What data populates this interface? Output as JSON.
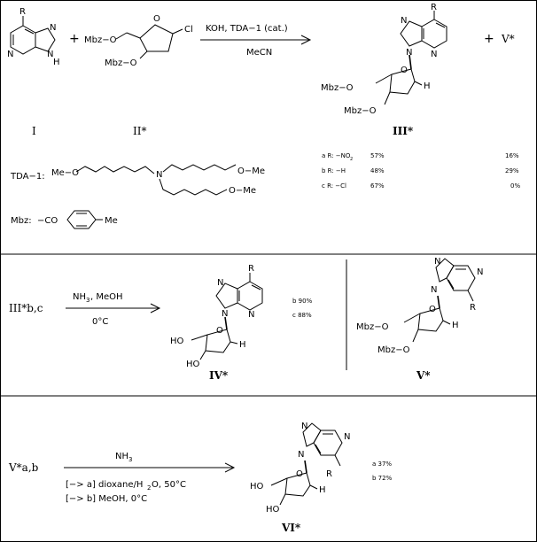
{
  "scheme": {
    "step1": {
      "reagents_top": "KOH,   TDA−1 (cat.)",
      "solvent": "MeCN",
      "plus1": "+",
      "plus2": "+",
      "product_label": "V*"
    },
    "compounds": {
      "I": {
        "label": "I",
        "R": "R",
        "NH": "N",
        "H": "H"
      },
      "II": {
        "label": "II*",
        "mbz1": "Mbz−O",
        "mbz2": "Mbz−O",
        "cl": "Cl"
      },
      "III": {
        "label": "III*",
        "R": "R",
        "mbz1": "Mbz−O",
        "mbz2": "Mbz−O",
        "H": "H"
      },
      "IV": {
        "label": "IV*",
        "R": "R",
        "ho1": "HO",
        "ho2": "HO",
        "H": "H"
      },
      "V": {
        "label": "V*",
        "R": "R",
        "mbz1": "Mbz−O",
        "mbz2": "Mbz−O",
        "H": "H"
      },
      "VI": {
        "label": "VI*",
        "R": "R",
        "ho1": "HO",
        "ho2": "HO",
        "H": "H"
      }
    },
    "yields_III": [
      {
        "tag": "a R: −NO",
        "sub": "2",
        "y1": "57%",
        "y2": "16%"
      },
      {
        "tag": "b R: −H",
        "sub": "",
        "y1": "48%",
        "y2": "29%"
      },
      {
        "tag": "c R: −Cl",
        "sub": "",
        "y1": "67%",
        "y2": "0%"
      }
    ],
    "tda": {
      "label": "TDA−1:",
      "meo": "Me−O",
      "me1": "O−Me",
      "me2": "O−Me",
      "n": "N"
    },
    "mbz": {
      "label": "Mbz:",
      "co": "−CO",
      "me": "Me"
    },
    "step2": {
      "start": "III*b,c",
      "reagents": "NH",
      "reagents_sub": "3",
      "reagents_rest": ",    MeOH",
      "temp": "0°C",
      "yields": [
        "b 90%",
        "c 88%"
      ]
    },
    "step3": {
      "start": "V*a,b",
      "reagent": "NH",
      "reagent_sub": "3",
      "cond_a": "[−> a] dioxane/H",
      "cond_a_sub": "2",
      "cond_a_rest": "O, 50°C",
      "cond_b": "[−> b] MeOH,    0°C",
      "yields": [
        "a 37%",
        "b 72%"
      ]
    },
    "atoms": {
      "N": "N",
      "O": "O"
    }
  }
}
